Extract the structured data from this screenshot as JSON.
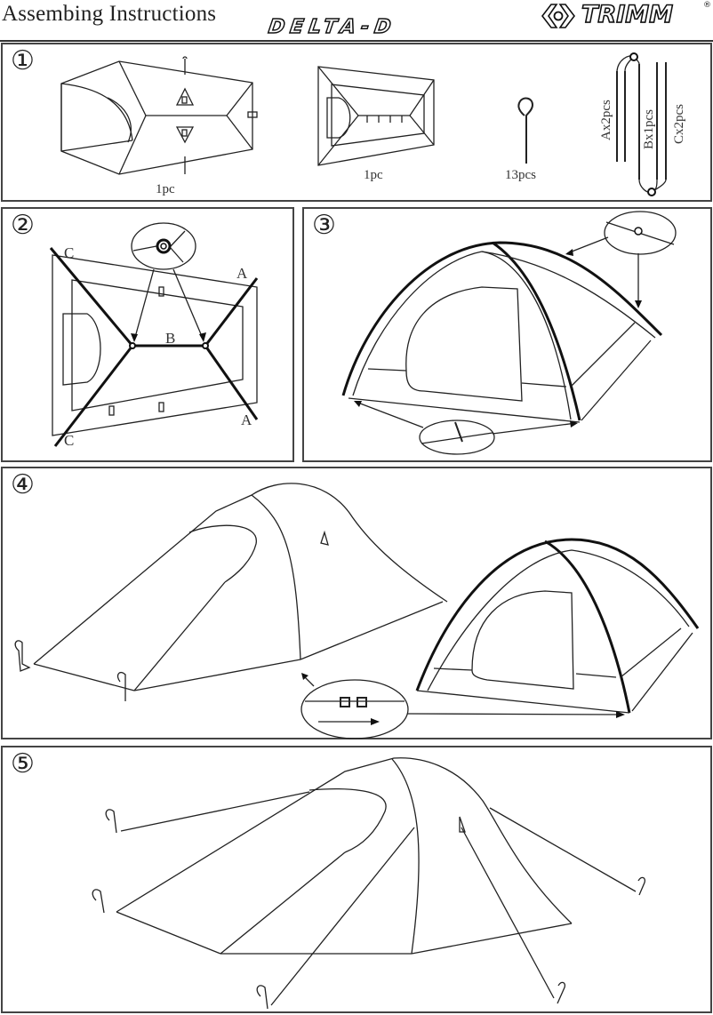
{
  "header": {
    "title": "Assembing Instructions",
    "model": "DELTA-D",
    "brand": "TRIMM",
    "brand_mark": "®"
  },
  "steps": [
    {
      "number": "①",
      "items": [
        {
          "name": "flysheet",
          "quantity": "1pc"
        },
        {
          "name": "inner-tent",
          "quantity": "1pc"
        },
        {
          "name": "peg",
          "quantity": "13pcs"
        },
        {
          "name": "poles",
          "labels": [
            "Ax2pcs",
            "Bx1pcs",
            "Cx2pcs"
          ]
        }
      ]
    },
    {
      "number": "②",
      "pole_labels": {
        "top_left": "C",
        "bottom_left": "C",
        "top_right": "A",
        "bottom_right": "A",
        "center": "B"
      }
    },
    {
      "number": "③"
    },
    {
      "number": "④"
    },
    {
      "number": "⑤"
    }
  ],
  "colors": {
    "line": "#222222",
    "border": "#444444",
    "background": "#ffffff"
  }
}
